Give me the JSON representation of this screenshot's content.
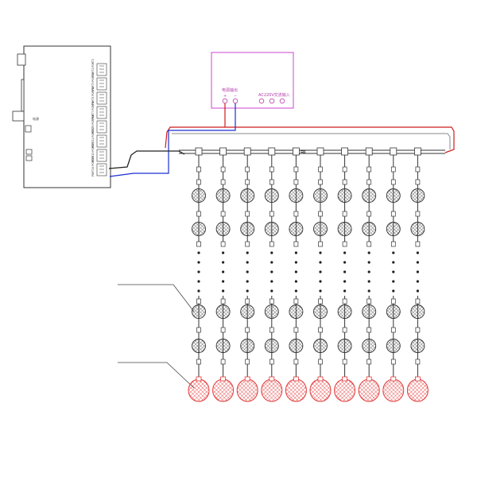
{
  "controller": {
    "ports": [
      "PORT1 PORT2",
      "PORT3 PORT4",
      "PORT5 PORT6",
      "PORT7 PORT8",
      "PORT9 PORT10",
      "PORT11 PORT12",
      "PORT13 PORT14",
      "PORT15 PORT16"
    ],
    "side_label": "电源"
  },
  "power_supply": {
    "output_label": "电源输出",
    "input_label": "AC220V交流输入",
    "plus_sign": "+",
    "minus_sign": "−"
  },
  "strings": {
    "count": 10,
    "break_mark": "≈"
  },
  "colors": {
    "power_box": "#cc44cc",
    "positive_wire": "#d11a1a",
    "negative_wire": "#1a2fd1",
    "data_wire": "#222222",
    "ball": "#444444",
    "end_ball": "#e33a3a"
  },
  "icons": {
    "ball": "mesh-ball-icon",
    "end_ball": "end-mesh-ball-icon"
  }
}
